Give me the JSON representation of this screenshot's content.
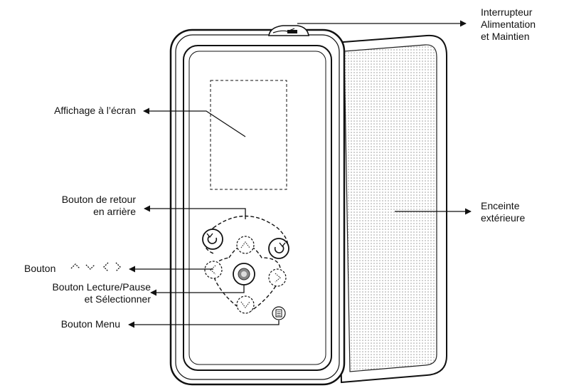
{
  "labels": {
    "power_hold": [
      "Interrupteur",
      "Alimentation",
      "et Maintien"
    ],
    "screen": "Affichage à l’écran",
    "back": [
      "Bouton de retour",
      "en arrière"
    ],
    "speaker": [
      "Enceinte",
      "extérieure"
    ],
    "dir_prefix": "Bouton",
    "play": [
      "Bouton Lecture/Pause",
      "et Sélectionner"
    ],
    "menu": "Bouton Menu"
  },
  "icons": {
    "dir_glyphs": [
      "up-arrow-icon",
      "down-arrow-icon",
      "left-arrow-icon",
      "right-arrow-icon"
    ],
    "back_left": "counterclockwise-arrow-icon",
    "back_right": "clockwise-arrow-icon",
    "play": "play-pause-icon",
    "menu": "menu-icon"
  },
  "colors": {
    "line": "#111111",
    "grille": "#bbbbbb"
  }
}
